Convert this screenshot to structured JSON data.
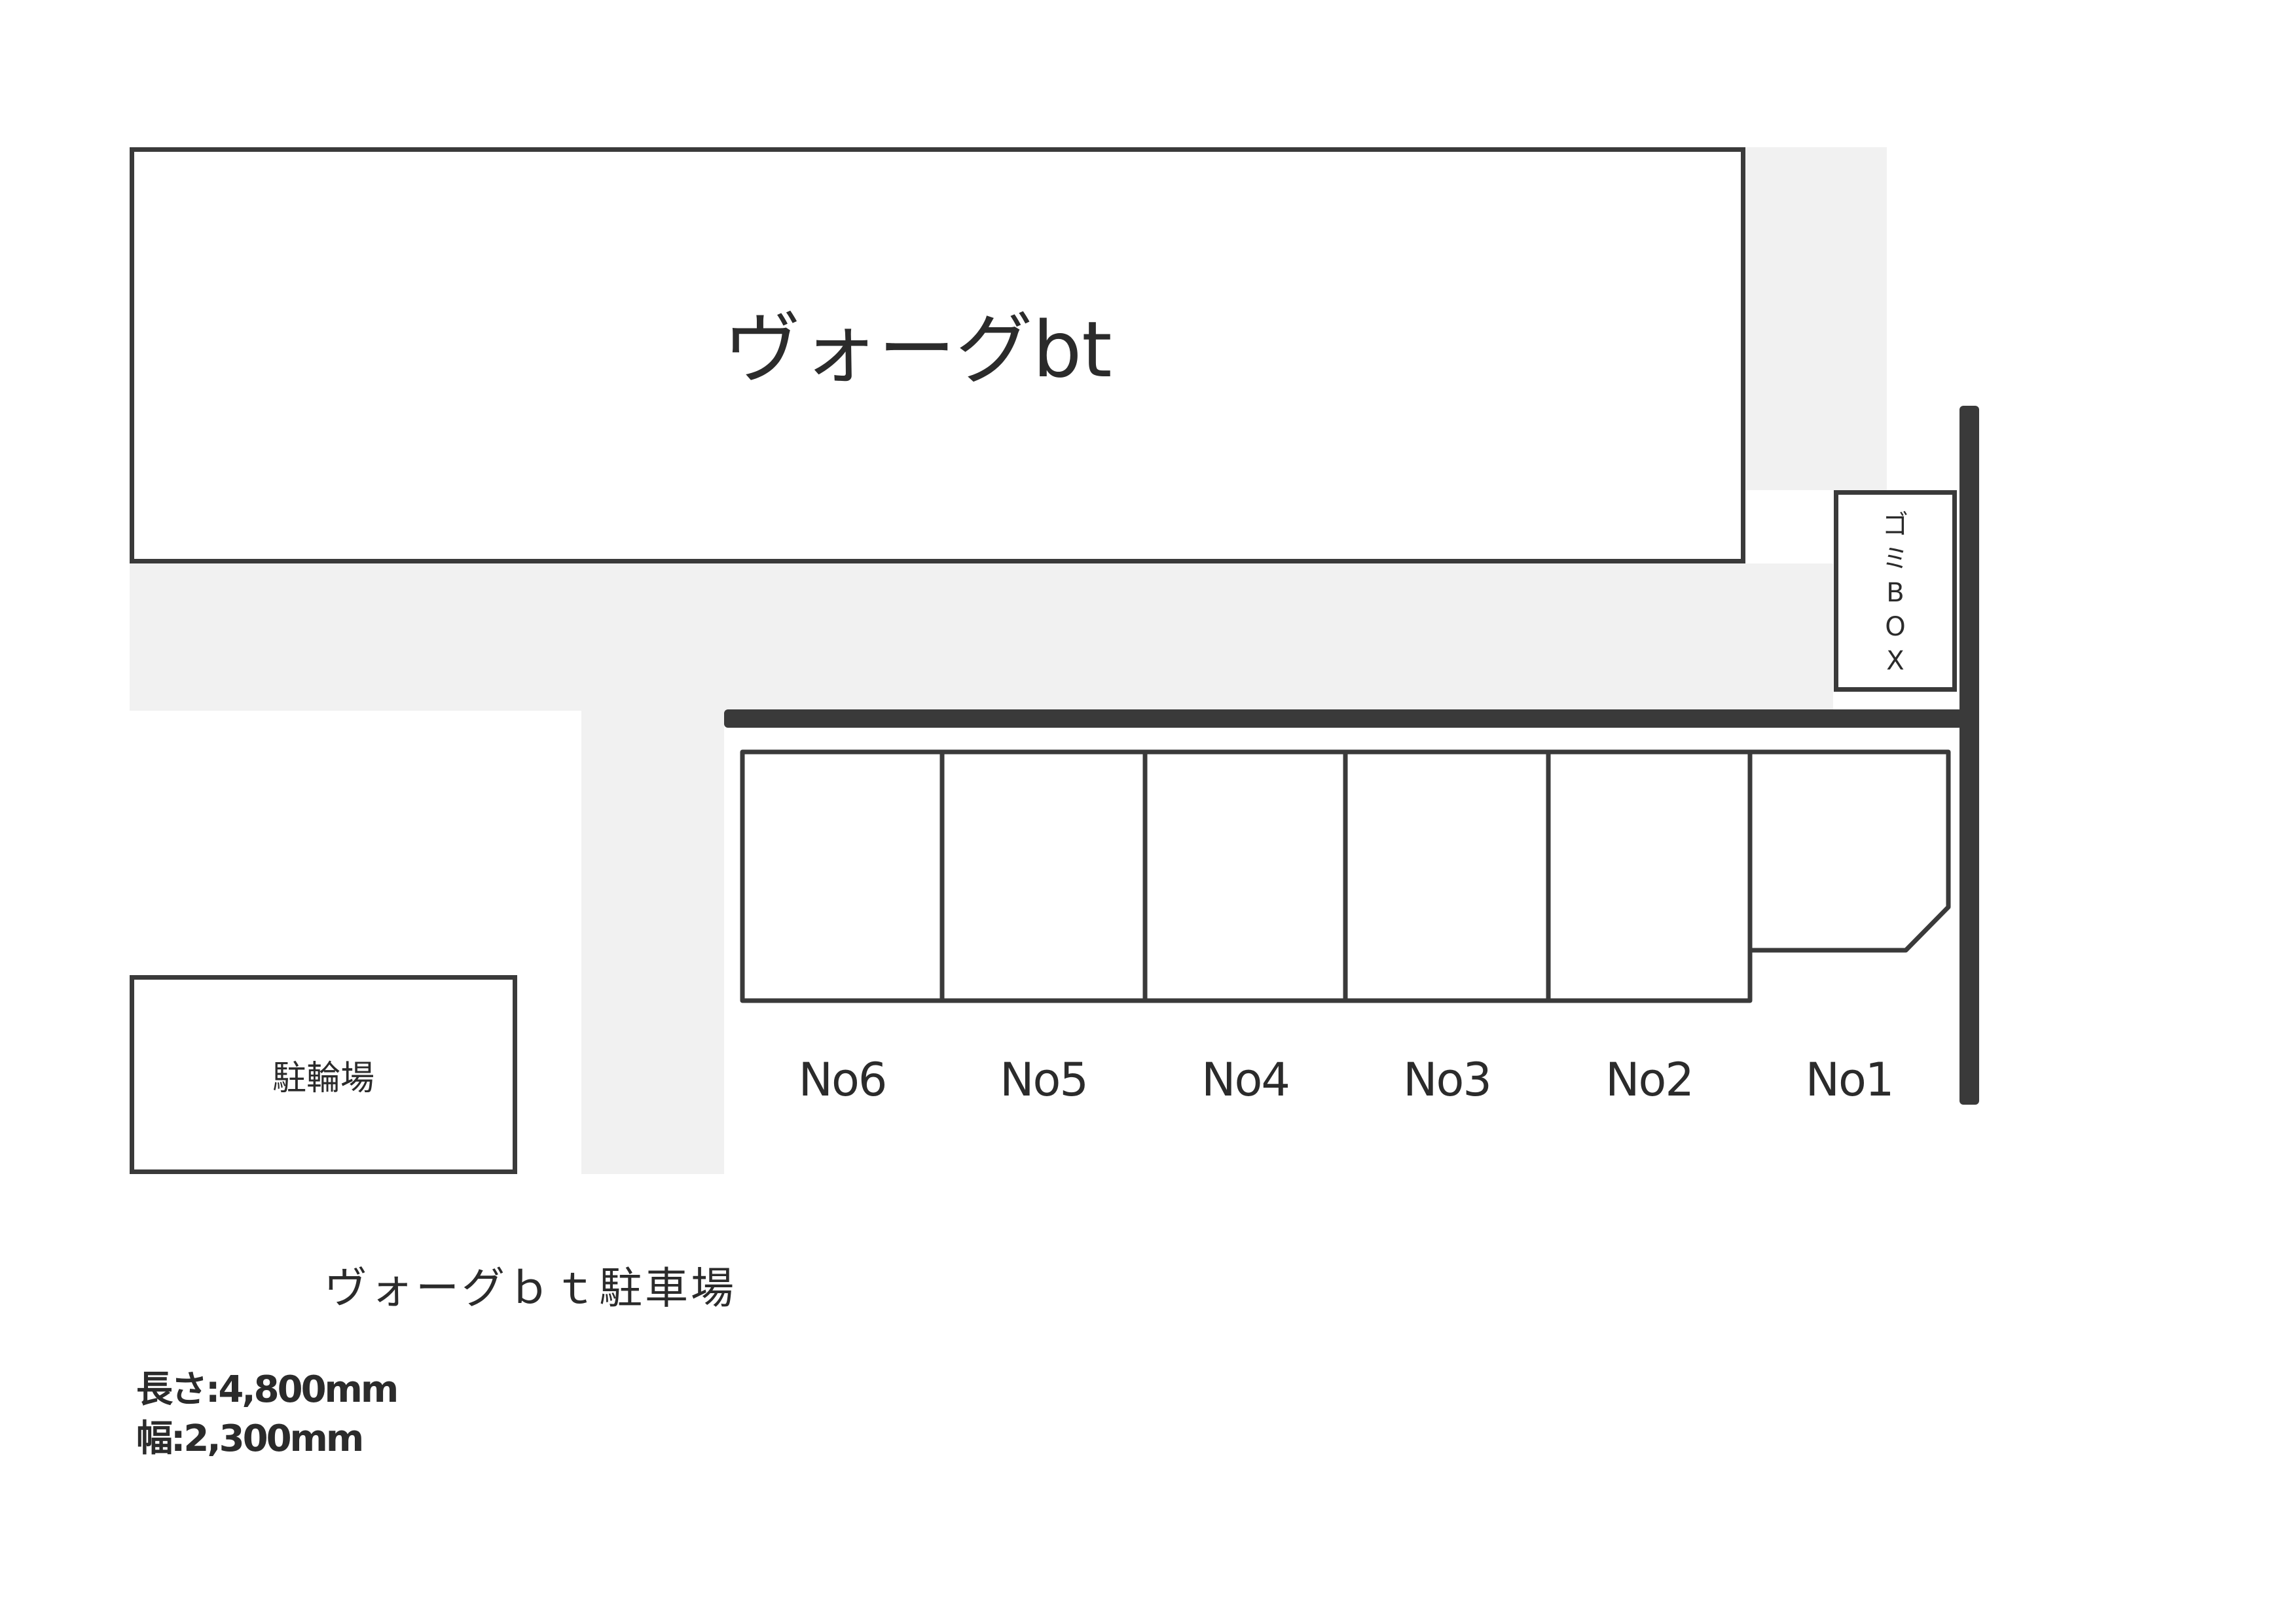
{
  "building": {
    "name": "ヴォーグbt"
  },
  "garbage_box": {
    "label_chars": [
      "ゴ",
      "ミ",
      "B",
      "O",
      "X"
    ]
  },
  "bicycle_parking": {
    "label": "駐輪場"
  },
  "parking_spaces": [
    {
      "label": "No6"
    },
    {
      "label": "No5"
    },
    {
      "label": "No4"
    },
    {
      "label": "No3"
    },
    {
      "label": "No2"
    },
    {
      "label": "No1"
    }
  ],
  "title": "ヴォーグｂｔ駐車場",
  "specs": {
    "length": "長さ:4,800mm",
    "width": "幅:2,300mm"
  },
  "colors": {
    "line": "#3a3a3a",
    "ground": "#f1f1f1"
  }
}
